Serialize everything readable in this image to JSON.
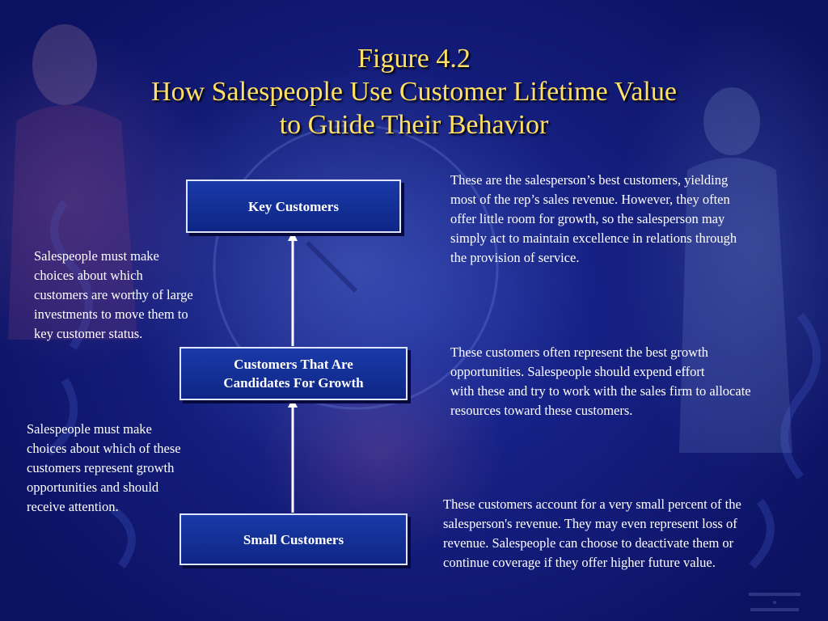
{
  "title": {
    "line1": "Figure 4.2",
    "line2": "How Salespeople Use Customer Lifetime Value",
    "line3": "to Guide Their Behavior"
  },
  "boxes": {
    "key": "Key Customers",
    "growth_line1": "Customers That Are",
    "growth_line2": "Candidates For Growth",
    "small": "Small Customers"
  },
  "notes": {
    "left_top": [
      "Salespeople must make",
      "choices about which",
      "customers are worthy of large",
      "investments to move them to",
      "key customer status."
    ],
    "left_bottom": [
      "Salespeople must make",
      "choices about which of these",
      "customers represent growth",
      "opportunities and should",
      "receive attention."
    ],
    "right_key": [
      "These are the salesperson’s best customers, yielding",
      "most of the rep’s sales revenue.  However, they often",
      "offer little room for growth, so the salesperson may",
      "simply act to maintain excellence in relations through",
      "the provision of service."
    ],
    "right_growth": [
      "These customers often represent the best growth",
      "opportunities.  Salespeople should expend effort",
      "with these and try to work with the sales firm to allocate",
      "resources toward these customers."
    ],
    "right_small": [
      "These customers account for a very small percent of the",
      "salesperson's revenue.  They may even represent loss of",
      "revenue.  Salespeople can choose to deactivate them or",
      "continue coverage if they offer higher future value."
    ]
  },
  "colors": {
    "title": "#ffe064",
    "box_fill": "#1a3aa8",
    "box_border": "#dfe6ff",
    "text": "#ffffff",
    "arrow": "#ffffff"
  }
}
